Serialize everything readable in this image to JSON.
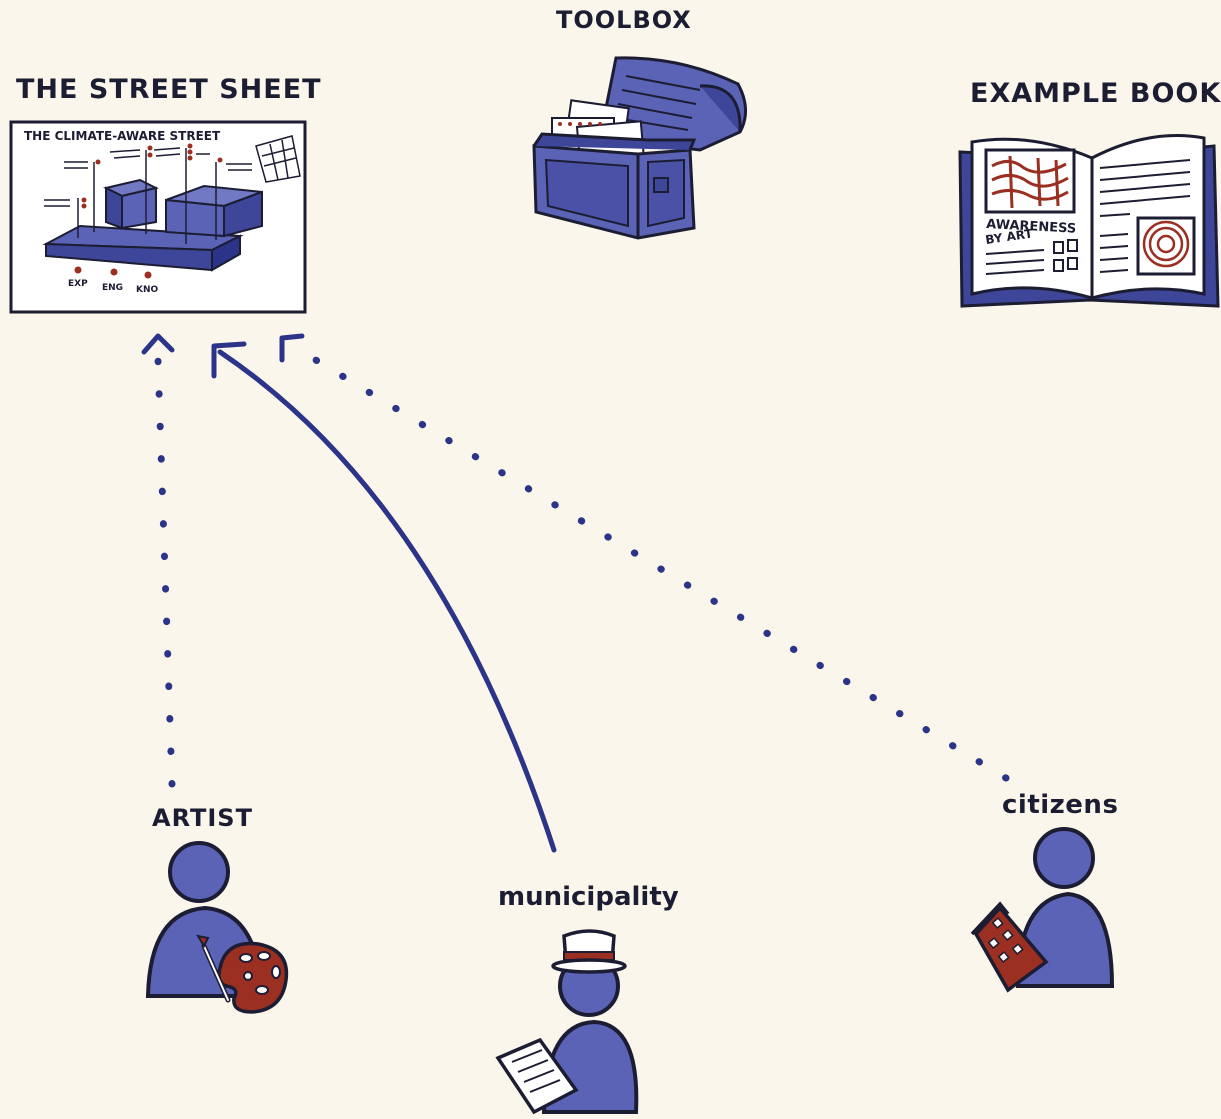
{
  "resources": {
    "street_sheet": {
      "title": "THE STREET SHEET",
      "sheet_heading": "THE CLIMATE-AWARE STREET",
      "legend": [
        "EXP",
        "ENG",
        "KNO"
      ]
    },
    "toolbox": {
      "title": "TOOLBOX"
    },
    "example_book": {
      "title": "EXAMPLE BOOK",
      "page_caption_line1": "AWARENESS",
      "page_caption_line2": "BY ART"
    }
  },
  "actors": [
    {
      "name": "ARTIST"
    },
    {
      "name": "municipality"
    },
    {
      "name": "citizens"
    }
  ],
  "colors": {
    "background": "#fbf6ec",
    "ink": "#1c1d33",
    "figure_blue": "#5b63b7",
    "arrow_blue": "#2b3488",
    "accent_red": "#9b2f22"
  }
}
